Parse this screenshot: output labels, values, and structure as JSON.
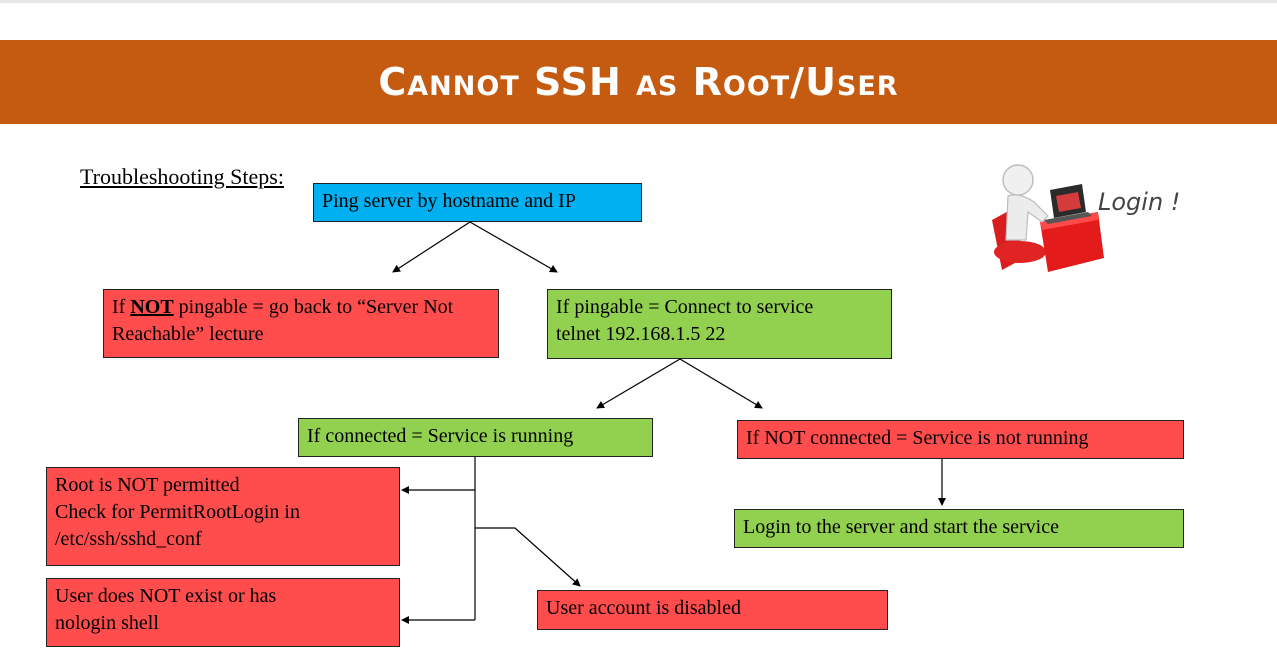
{
  "title": "Cannot SSH as Root/User",
  "section_heading": "Troubleshooting Steps:",
  "nodes": {
    "ping": "Ping server by hostname and IP",
    "not_pingable": {
      "prefix": "If ",
      "emph": "NOT",
      "suffix": " pingable = go back to “Server Not Reachable” lecture"
    },
    "pingable": {
      "line1": "If pingable = Connect to service",
      "line2": "telnet 192.168.1.5 22"
    },
    "connected": "If connected = Service is running",
    "not_connected": "If NOT connected = Service is not running",
    "root_not_permitted": {
      "line1": "Root is NOT permitted",
      "line2": "Check for PermitRootLogin in",
      "line3": "/etc/ssh/sshd_conf"
    },
    "user_not_exist": {
      "line1": "User does NOT exist or has",
      "line2": "nologin shell"
    },
    "account_disabled": "User account is disabled",
    "login_start": "Login to the server and start the service"
  },
  "illustration": {
    "name": "login-illustration",
    "text": "Login !"
  },
  "colors": {
    "banner": "#c55a11",
    "start": "#00b0f0",
    "success": "#92d050",
    "failure": "#ff4d4d"
  }
}
